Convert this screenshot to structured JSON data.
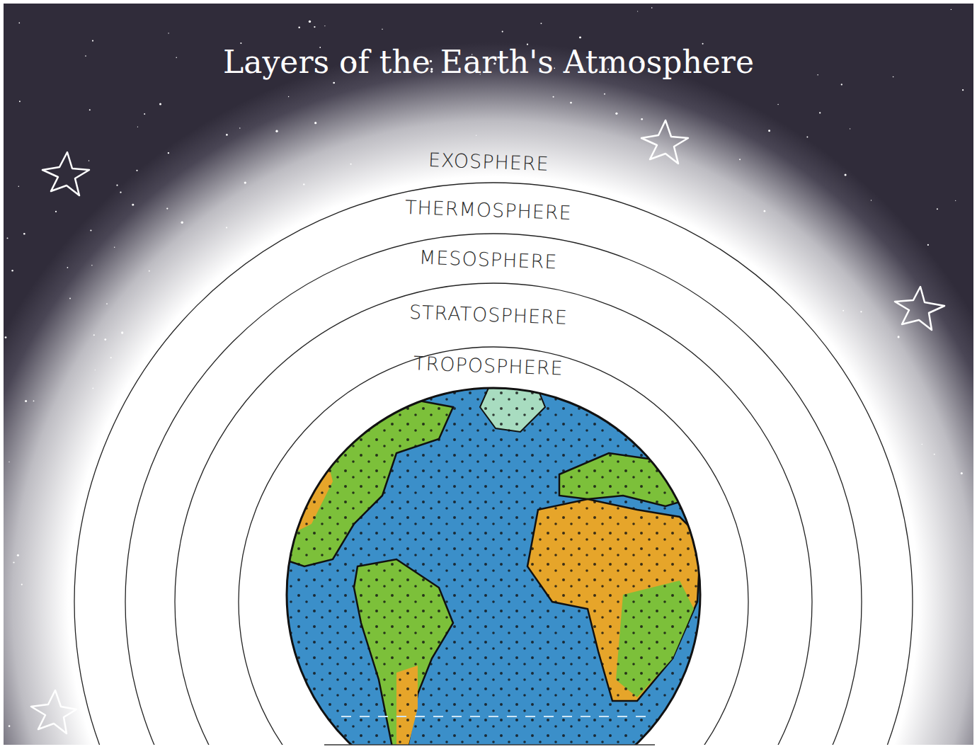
{
  "diagram": {
    "title": "Layers of the Earth's Atmosphere",
    "nodes": [
      {
        "text": [
          "EXOSPHERE"
        ]
      },
      {
        "text": [
          "THERMOSPHERE"
        ]
      },
      {
        "text": [
          "MESOSPHERE"
        ]
      },
      {
        "text": [
          "STRATOSPHERE"
        ]
      },
      {
        "text": [
          "TROPOSPHERE"
        ]
      }
    ]
  }
}
